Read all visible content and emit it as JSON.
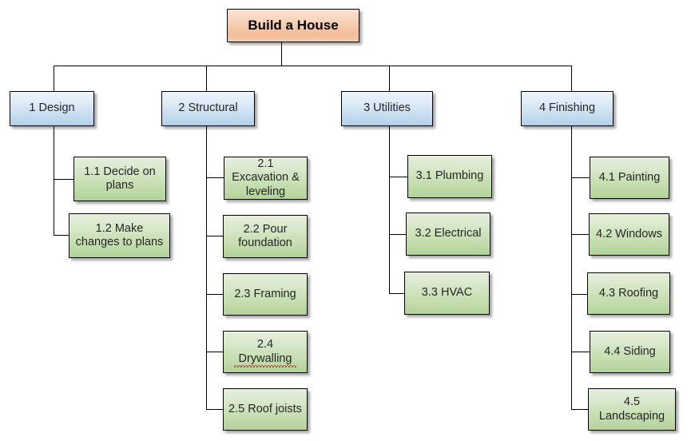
{
  "diagram": {
    "title": "Build a House",
    "type": "work-breakdown-structure",
    "colors": {
      "root_fill": "#f3bc98",
      "level1_fill": "#c6dcf0",
      "leaf_fill": "#c2dcac",
      "border": "#000000",
      "background": "#ffffff",
      "spellcheck_underline": "#e03030"
    },
    "root": {
      "label": "Build a House"
    },
    "branches": [
      {
        "label": "1 Design",
        "children": [
          {
            "label": "1.1 Decide on plans",
            "misspelled": false
          },
          {
            "label": "1.2 Make changes to plans",
            "misspelled": false
          }
        ]
      },
      {
        "label": "2 Structural",
        "children": [
          {
            "label": "2.1 Excavation & leveling",
            "misspelled": false
          },
          {
            "label": "2.2 Pour foundation",
            "misspelled": false
          },
          {
            "label": "2.3 Framing",
            "misspelled": false
          },
          {
            "label": "2.4 Drywalling",
            "misspelled": true,
            "prefix": "2.4 ",
            "flagged_word": "Drywalling"
          },
          {
            "label": "2.5 Roof joists",
            "misspelled": false
          }
        ]
      },
      {
        "label": "3 Utilities",
        "children": [
          {
            "label": "3.1 Plumbing",
            "misspelled": false
          },
          {
            "label": "3.2 Electrical",
            "misspelled": false
          },
          {
            "label": "3.3 HVAC",
            "misspelled": false
          }
        ]
      },
      {
        "label": "4 Finishing",
        "children": [
          {
            "label": "4.1 Painting",
            "misspelled": false
          },
          {
            "label": "4.2 Windows",
            "misspelled": false
          },
          {
            "label": "4.3 Roofing",
            "misspelled": false
          },
          {
            "label": "4.4 Siding",
            "misspelled": false
          },
          {
            "label": "4.5 Landscaping",
            "misspelled": false
          }
        ]
      }
    ]
  }
}
